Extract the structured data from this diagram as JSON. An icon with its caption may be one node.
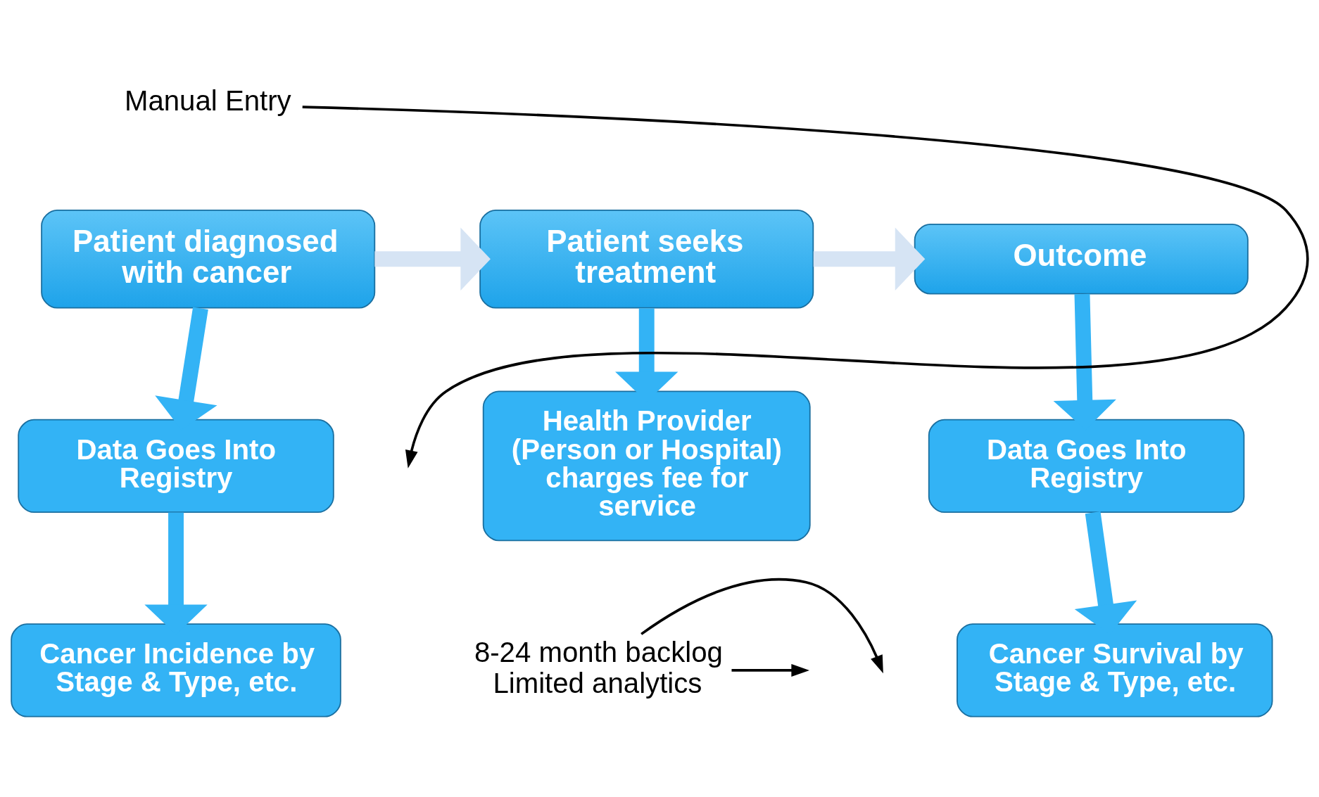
{
  "diagram": {
    "nodes": [
      {
        "text": [
          "Patient diagnosed with cancer"
        ]
      },
      {
        "text": [
          "Patient seeks treatment"
        ]
      },
      {
        "text": [
          "Outcome"
        ]
      },
      {
        "text": [
          "Data Goes Into Registry"
        ]
      },
      {
        "text": [
          "Health Provider (Person or Hospital) charges fee for service"
        ]
      },
      {
        "text": [
          "Data Goes Into Registry"
        ]
      },
      {
        "text": [
          "Cancer Incidence by Stage & Type, etc."
        ]
      },
      {
        "text": [
          "Cancer Survival by Stage & Type, etc."
        ]
      },
      {
        "text": [
          "Manual Entry"
        ]
      },
      {
        "text": [
          "8-24 month backlog Limited analytics"
        ]
      }
    ],
    "edges": [
      {
        "from": 0,
        "to": 1,
        "arrow": "to",
        "color": "#d6e4f4"
      },
      {
        "from": 1,
        "to": 2,
        "arrow": "to",
        "color": "#d6e4f4"
      },
      {
        "from": 0,
        "to": 3,
        "arrow": "to"
      },
      {
        "from": 1,
        "to": 4,
        "arrow": "to"
      },
      {
        "from": 2,
        "to": 5,
        "arrow": "to"
      },
      {
        "from": 3,
        "to": 6,
        "arrow": "to"
      },
      {
        "from": 5,
        "to": 7,
        "arrow": "to"
      },
      {
        "from": 8,
        "to": null,
        "arrow": "to",
        "color": "#000000"
      },
      {
        "from": 9,
        "to": null,
        "arrow": "to",
        "color": "#000000"
      },
      {
        "from": 9,
        "to": null,
        "arrow": "to",
        "color": "#000000"
      }
    ]
  }
}
